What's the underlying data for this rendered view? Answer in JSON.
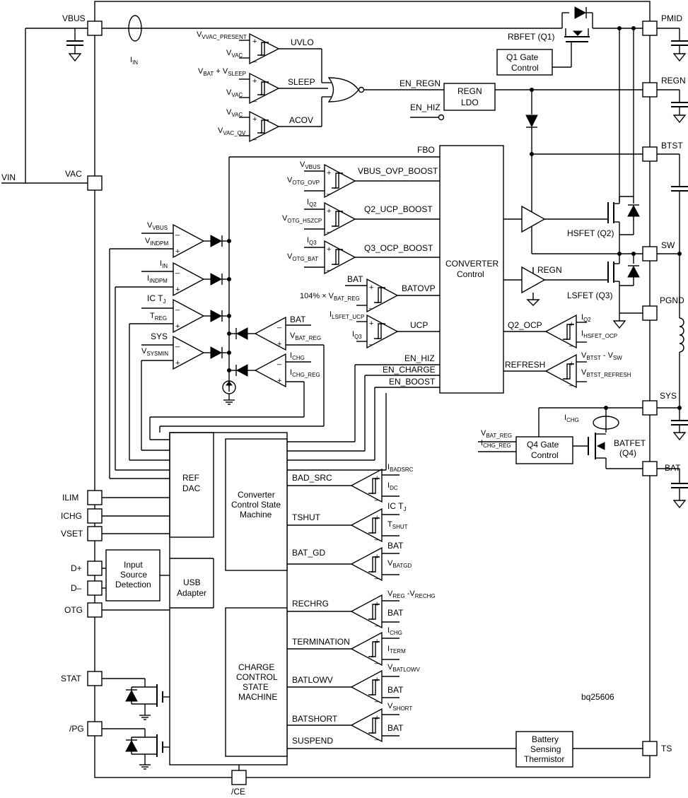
{
  "pins": {
    "vbus": "VBUS",
    "vin": "VIN",
    "vac": "VAC",
    "ilim": "ILIM",
    "ichg": "ICHG",
    "vset": "VSET",
    "dplus": "D+",
    "dminus": "D–",
    "otg": "OTG",
    "stat": "STAT",
    "pg": "/PG",
    "ce": "/CE",
    "pmid": "PMID",
    "regn": "REGN",
    "btst": "BTST",
    "sw": "SW",
    "pgnd": "PGND",
    "sys": "SYS",
    "bat": "BAT",
    "ts": "TS"
  },
  "blocks": {
    "q1_gate_l1": "Q1 Gate",
    "q1_gate_l2": "Control",
    "regn_ldo_l1": "REGN",
    "regn_ldo_l2": "LDO",
    "converter_l1": "CONVERTER",
    "converter_l2": "Control",
    "ref_dac_l1": "REF",
    "ref_dac_l2": "DAC",
    "ccsm_l1": "Converter",
    "ccsm_l2": "Control State",
    "ccsm_l3": "Machine",
    "isd_l1": "Input",
    "isd_l2": "Source",
    "isd_l3": "Detection",
    "usb_l1": "USB",
    "usb_l2": "Adapter",
    "charge_l1": "CHARGE",
    "charge_l2": "CONTROL",
    "charge_l3": "STATE",
    "charge_l4": "MACHINE",
    "q4_gate_l1": "Q4 Gate",
    "q4_gate_l2": "Control",
    "therm_l1": "Battery",
    "therm_l2": "Sensing",
    "therm_l3": "Thermistor"
  },
  "signals": {
    "uvlo": "UVLO",
    "sleep": "SLEEP",
    "acov": "ACOV",
    "en_regn": "EN_REGN",
    "en_hiz_ldo": "EN_HIZ",
    "fbo": "FBO",
    "vbus_ovp_boost": "VBUS_OVP_BOOST",
    "q2_ucp_boost": "Q2_UCP_BOOST",
    "q3_ocp_boost": "Q3_OCP_BOOST",
    "batovp": "BATOVP",
    "ucp": "UCP",
    "en_hiz": "EN_HIZ",
    "en_charge": "EN_CHARGE",
    "en_boost": "EN_BOOST",
    "q2_ocp": "Q2_OCP",
    "refresh": "REFRESH",
    "bad_src": "BAD_SRC",
    "tshut": "TSHUT",
    "bat_gd": "BAT_GD",
    "rechrg": "RECHRG",
    "termination": "TERMINATION",
    "batlowv": "BATLOWV",
    "batshort": "BATSHORT",
    "suspend": "SUSPEND"
  },
  "labels": {
    "i_in": "I",
    "i_in_sub": "IN",
    "rbfet": "RBFET (Q1)",
    "hsfet": "HSFET (Q2)",
    "lsfet": "LSFET (Q3)",
    "batfet_l1": "BATFET",
    "batfet_l2": "(Q4)",
    "regn_drv": "REGN",
    "part": "bq25606",
    "pct": "104% × V",
    "pct_sub": "BAT_REG",
    "bat": "BAT",
    "sys": "SYS",
    "ic_tj": "IC T",
    "ic_tj_sub": "J",
    "v_bat_sleep": "V",
    "v_bat_sleep_sub1": "BAT",
    "v_bat_sleep_mid": " + V",
    "v_bat_sleep_sub2": "SLEEP"
  },
  "sub_labels": {
    "vvac_present": [
      "V",
      "VAC_PRESENT"
    ],
    "vvac": [
      "V",
      "VAC"
    ],
    "vvac_ov": [
      "V",
      "VAC_OV"
    ],
    "vvbus": [
      "V",
      "VBUS"
    ],
    "votg_ovp": [
      "V",
      "OTG_OVP"
    ],
    "iq2": [
      "I",
      "Q2"
    ],
    "votg_hszcp": [
      "V",
      "OTG_HSZCP"
    ],
    "iq3": [
      "I",
      "Q3"
    ],
    "votg_bat": [
      "V",
      "OTG_BAT"
    ],
    "ilsfet_ucp": [
      "I",
      "LSFET_UCP"
    ],
    "vindpm": [
      "V",
      "INDPM"
    ],
    "iin": [
      "I",
      "IN"
    ],
    "iindpm": [
      "I",
      "INDPM"
    ],
    "treg": [
      "T",
      "REG"
    ],
    "vsysmin": [
      "V",
      "SYSMIN"
    ],
    "vbat_reg": [
      "V",
      "BAT_REG"
    ],
    "ichg": [
      "I",
      "CHG"
    ],
    "ichg_reg": [
      "I",
      "CHG_REG"
    ],
    "ihsfet_ocp": [
      "I",
      "HSFET_OCP"
    ],
    "vbtst_refresh": [
      "V",
      "BTST_REFRESH"
    ],
    "ibadsrc": [
      "I",
      "BADSRC"
    ],
    "idc": [
      "I",
      "DC"
    ],
    "tshut": [
      "T",
      "SHUT"
    ],
    "vbatgd": [
      "V",
      "BATGD"
    ],
    "iterm": [
      "I",
      "TERM"
    ],
    "vbatlowv": [
      "V",
      "BATLOWV"
    ],
    "vshort": [
      "V",
      "SHORT"
    ]
  }
}
